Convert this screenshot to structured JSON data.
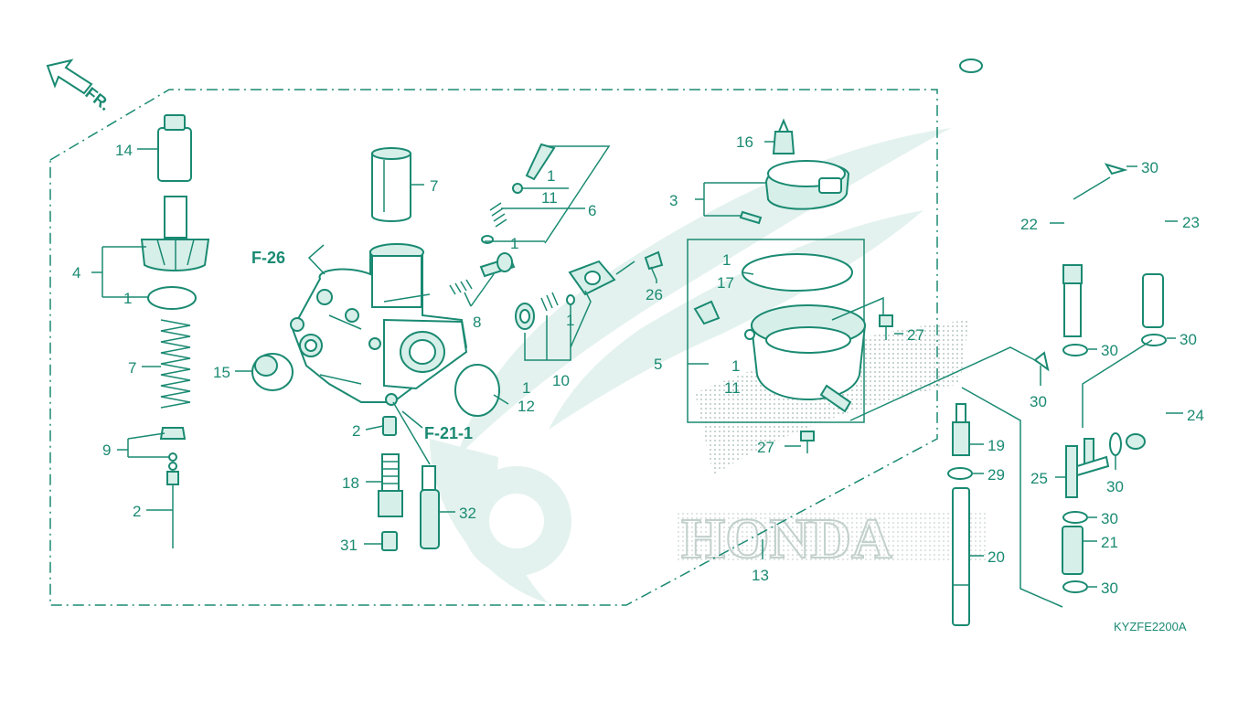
{
  "colors": {
    "line": "#1a8a72",
    "fill": "#d7efe9",
    "watermark": "#e3f2ee"
  },
  "front_marker": {
    "label": "FR.",
    "icon": "front-arrow-icon"
  },
  "references": {
    "ref_f26": "F-26",
    "ref_f211": "F-21-1"
  },
  "diagram_code": "KYZFE2200A",
  "watermark_text": "HONDA",
  "callouts": {
    "n14": "14",
    "n4": "4",
    "n1a": "1",
    "n7a": "7",
    "n9": "9",
    "n2a": "2",
    "n15": "15",
    "n7b": "7",
    "n1b": "1",
    "n11a": "11",
    "n6": "6",
    "n1c": "1",
    "n8": "8",
    "n26": "26",
    "n1d": "1",
    "n10": "10",
    "n1e": "1",
    "n12": "12",
    "n2b": "2",
    "n18": "18",
    "n32": "32",
    "n31": "31",
    "n16": "16",
    "n3": "3",
    "n1f": "1",
    "n17": "17",
    "n5": "5",
    "n1g": "1",
    "n11b": "11",
    "n27a": "27",
    "n27b": "27",
    "n13": "13",
    "n22": "22",
    "n23": "23",
    "n30a": "30",
    "n30b": "30",
    "n30c": "30",
    "n30d": "30",
    "n24": "24",
    "n25": "25",
    "n30e": "30",
    "n30f": "30",
    "n21": "21",
    "n30g": "30",
    "n19": "19",
    "n29": "29",
    "n20": "20"
  }
}
